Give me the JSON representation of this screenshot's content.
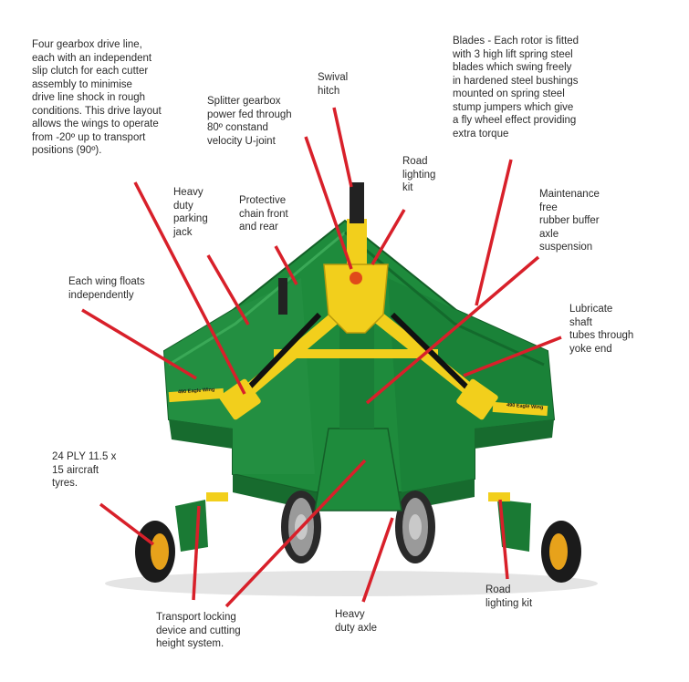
{
  "labels": {
    "drive_line": "Four gearbox drive line,\neach with an independent\nslip clutch for each cutter\nassembly to minimise\ndrive line shock in rough\nconditions. This drive layout\nallows the wings to operate\nfrom -20º up to transport\npositions (90º).",
    "swivel_hitch": "Swival\nhitch",
    "blades": "Blades - Each rotor is fitted\nwith 3 high lift spring steel\nblades which swing freely\nin hardened steel bushings\nmounted on spring steel\nstump jumpers which give\na fly wheel effect providing\nextra torque",
    "splitter_gearbox": "Splitter gearbox\npower fed through\n80º constand\nvelocity U-joint",
    "road_lighting_top": "Road\nlighting\nkit",
    "parking_jack": "Heavy\nduty\nparking\njack",
    "protective_chain": "Protective\nchain front\nand rear",
    "maintenance_free": "Maintenance\nfree\nrubber buffer\naxle\nsuspension",
    "wing_floats": "Each wing floats\nindependently",
    "lubricate_shaft": "Lubricate\nshaft\ntubes through\nyoke end",
    "tyres": "24 PLY 11.5 x\n15 aircraft\ntyres.",
    "transport_locking": "Transport locking\ndevice and cutting\nheight system.",
    "heavy_axle": "Heavy\nduty axle",
    "road_lighting_bottom": "Road\nlighting kit"
  },
  "machine": {
    "brand_decal": "490 Eagle Wing",
    "body_color": "#1e8b3c",
    "frame_color": "#f2cf1c",
    "pointer_color": "#d8202a"
  }
}
